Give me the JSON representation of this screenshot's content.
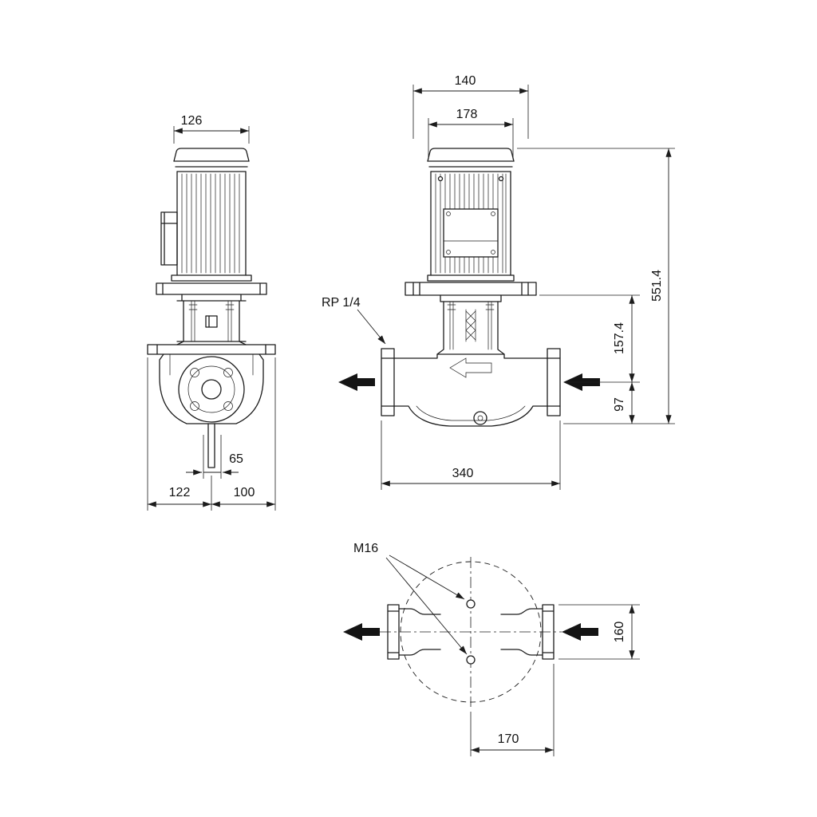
{
  "drawing": {
    "line_color": "#1c1c1c",
    "front_view": {
      "dim_motor_width": "126",
      "dim_drain_offset": "65",
      "dim_base_left": "122",
      "dim_base_right": "100"
    },
    "side_view": {
      "dim_top_width": "140",
      "dim_motor_width": "178",
      "dim_total_height": "551.4",
      "dim_centerline_height": "157.4",
      "dim_port_height": "97",
      "dim_port_to_port": "340",
      "label_pressure_tapping": "RP 1/4"
    },
    "plan_view": {
      "label_bolt_size": "M16",
      "dim_flange_width": "160",
      "dim_center_to_flange": "170"
    }
  }
}
